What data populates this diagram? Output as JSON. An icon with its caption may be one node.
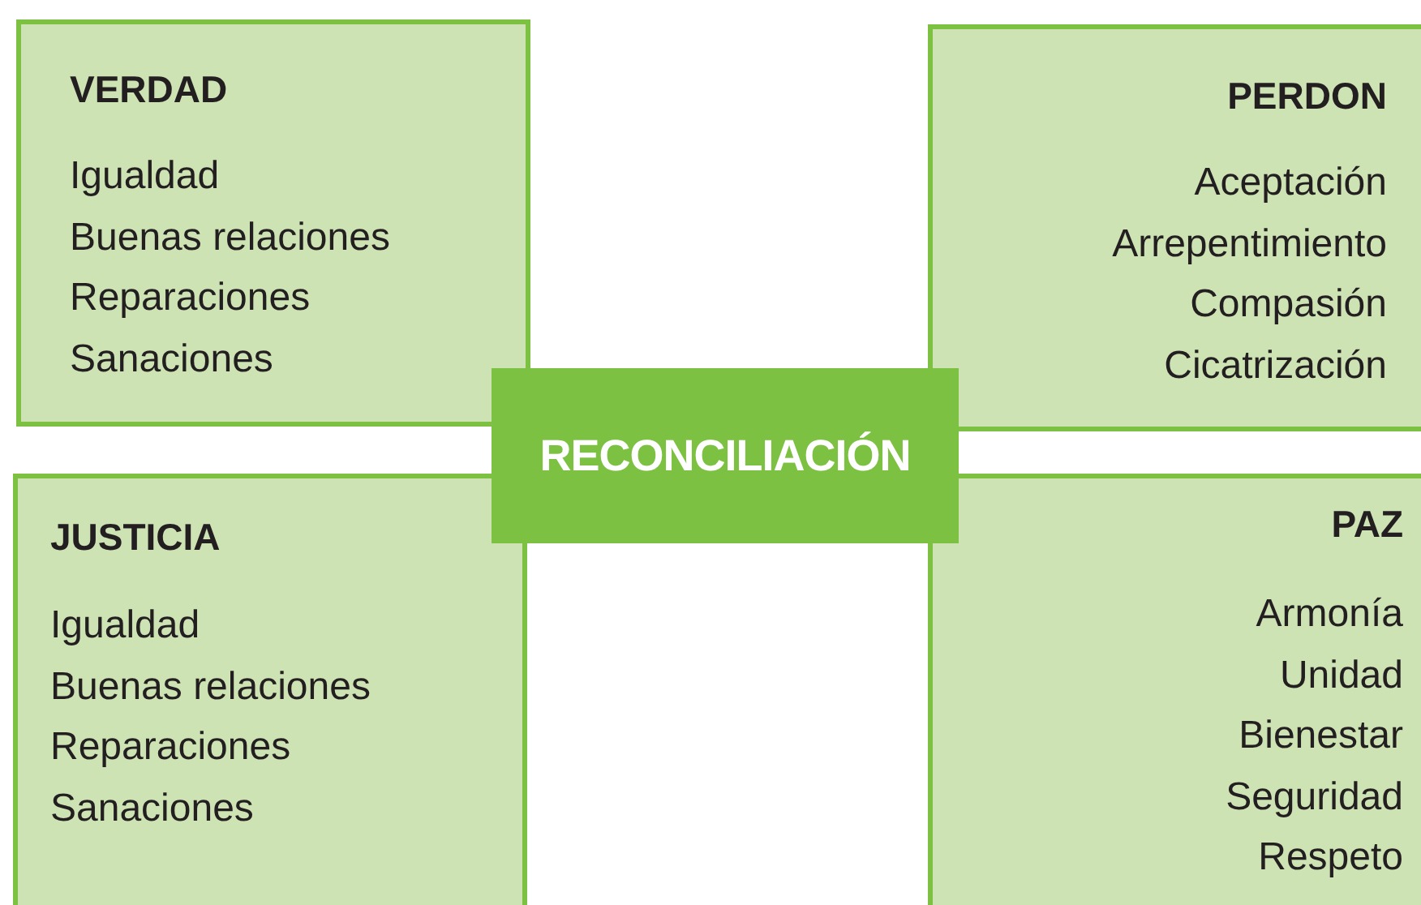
{
  "diagram": {
    "nodes": [
      {
        "text": [
          "VERDAD",
          "Igualdad",
          "Buenas relaciones",
          "Reparaciones",
          "Sanaciones"
        ]
      },
      {
        "text": [
          "PERDON",
          "Aceptación",
          "Arrepentimiento",
          "Compasión",
          "Cicatrización"
        ]
      },
      {
        "text": [
          "RECONCILIACIÓN"
        ]
      },
      {
        "text": [
          "JUSTICIA",
          "Igualdad",
          "Buenas relaciones",
          "Reparaciones",
          "Sanaciones"
        ]
      },
      {
        "text": [
          "PAZ",
          "Armonía",
          "Unidad",
          "Bienestar",
          "Seguridad",
          "Respeto"
        ]
      }
    ]
  }
}
